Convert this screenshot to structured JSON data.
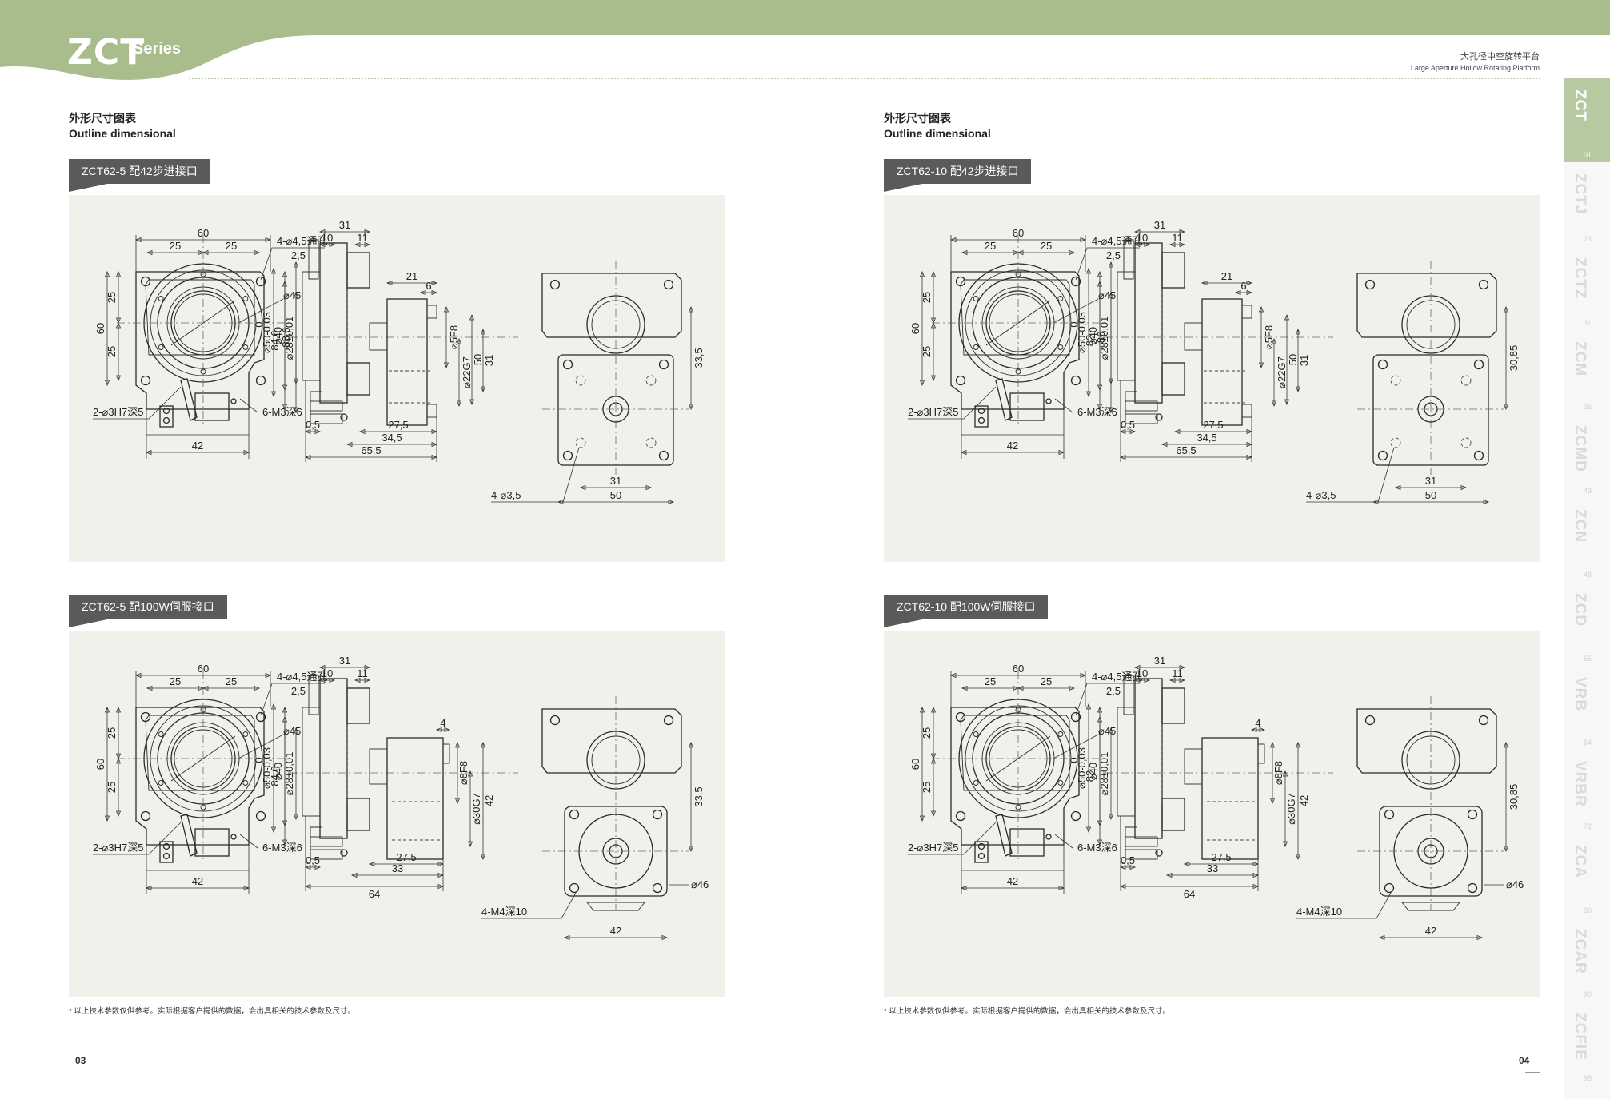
{
  "header": {
    "brand": "ZCT",
    "brand_suffix": "Series",
    "title_cn": "大孔径中空旋转平台",
    "title_en": "Large Aperture Hollow Rotating Platform",
    "band_color": "#a8bc8c"
  },
  "pages": [
    {
      "heading_cn": "外形尺寸图表",
      "heading_en": "Outline dimensional",
      "blocks": [
        {
          "tag": "ZCT62-5 配42步进接口",
          "dims": {
            "top_60": "60",
            "top_25a": "25",
            "top_25b": "25",
            "hole": "4-⌀4,5通孔",
            "d45": "⌀45",
            "left_60": "60",
            "left_25a": "25",
            "left_25b": "25",
            "pin": "2-⌀3H7深5",
            "bottom_42": "42",
            "v_84": "84,6",
            "v_88": "88,6",
            "mthread": "6-M3深6",
            "zero": "0",
            "d50": "⌀50-0,03",
            "d40": "⌀40",
            "d28": "⌀28±0,01",
            "s31": "31",
            "s10": "10",
            "s11": "11",
            "s25": "2,5",
            "s21": "21",
            "s6": "6",
            "sf": "⌀5F8",
            "sg": "⌀22G7",
            "s50": "50",
            "s31v": "31",
            "s05": "0,5",
            "s275": "27,5",
            "s345": "34,5",
            "s655": "65,5",
            "r335": "33,5",
            "r_hole": "4-⌀3,5",
            "r31": "31",
            "r50": "50"
          }
        },
        {
          "tag": "ZCT62-5 配100W伺服接口",
          "dims": {
            "top_60": "60",
            "top_25a": "25",
            "top_25b": "25",
            "hole": "4-⌀4,5通孔",
            "d45": "⌀45",
            "left_60": "60",
            "left_25a": "25",
            "left_25b": "25",
            "pin": "2-⌀3H7深5",
            "bottom_42": "42",
            "v_84": "84,6",
            "mthread": "6-M3深6",
            "zero": "0",
            "d50": "⌀50-0,03",
            "d40": "⌀40",
            "d28": "⌀28±0,01",
            "s31": "31",
            "s10": "10",
            "s11": "11",
            "s25": "2,5",
            "s4": "4",
            "sf": "⌀8F8",
            "sg": "⌀30G7",
            "s42": "42",
            "s05": "0,5",
            "s275": "27,5",
            "s33": "33",
            "s64": "64",
            "r335": "33,5",
            "r_thread": "4-M4深10",
            "r46": "⌀46",
            "r42": "42"
          }
        }
      ],
      "footnote": "* 以上技术参数仅供参考。实际根据客户提供的数据，会出具相关的技术参数及尺寸。",
      "page_number": "03"
    },
    {
      "heading_cn": "外形尺寸图表",
      "heading_en": "Outline dimensional",
      "blocks": [
        {
          "tag": "ZCT62-10 配42步进接口",
          "dims": {
            "top_60": "60",
            "top_25a": "25",
            "top_25b": "25",
            "hole": "4-⌀4,5通孔",
            "d45": "⌀45",
            "left_60": "60",
            "left_25a": "25",
            "left_25b": "25",
            "pin": "2-⌀3H7深5",
            "bottom_42": "42",
            "v_84": "82",
            "v_88": "86",
            "mthread": "6-M3深6",
            "zero": "0",
            "d50": "⌀50-0,03",
            "d40": "⌀40",
            "d28": "⌀28±0,01",
            "s31": "31",
            "s10": "10",
            "s11": "11",
            "s25": "2,5",
            "s21": "21",
            "s6": "6",
            "sf": "⌀5F8",
            "sg": "⌀22G7",
            "s50": "50",
            "s31v": "31",
            "s05": "0,5",
            "s275": "27,5",
            "s345": "34,5",
            "s655": "65,5",
            "r335": "30,85",
            "r_hole": "4-⌀3,5",
            "r31": "31",
            "r50": "50"
          }
        },
        {
          "tag": "ZCT62-10 配100W伺服接口",
          "dims": {
            "top_60": "60",
            "top_25a": "25",
            "top_25b": "25",
            "hole": "4-⌀4,5通孔",
            "d45": "⌀45",
            "left_60": "60",
            "left_25a": "25",
            "left_25b": "25",
            "pin": "2-⌀3H7深5",
            "bottom_42": "42",
            "v_84": "82",
            "mthread": "6-M3深6",
            "zero": "0",
            "d50": "⌀50-0,03",
            "d40": "⌀40",
            "d28": "⌀28±0,01",
            "s31": "31",
            "s10": "10",
            "s11": "11",
            "s25": "2,5",
            "s4": "4",
            "sf": "⌀8F8",
            "sg": "⌀30G7",
            "s42": "42",
            "s05": "0,5",
            "s275": "27,5",
            "s33": "33",
            "s64": "64",
            "r335": "30,85",
            "r_thread": "4-M4深10",
            "r46": "⌀46",
            "r42": "42"
          }
        }
      ],
      "footnote": "* 以上技术参数仅供参考。实际根据客户提供的数据，会出具相关的技术参数及尺寸。",
      "page_number": "04"
    }
  ],
  "sidebar": {
    "items": [
      {
        "label": "ZCT",
        "page": "01",
        "active": true
      },
      {
        "label": "ZCTJ",
        "page": "23"
      },
      {
        "label": "ZCTZ",
        "page": "31"
      },
      {
        "label": "ZCM",
        "page": "36"
      },
      {
        "label": "ZCMD",
        "page": "43"
      },
      {
        "label": "ZCN",
        "page": "48"
      },
      {
        "label": "ZCD",
        "page": "55"
      },
      {
        "label": "VRB",
        "page": "64"
      },
      {
        "label": "VRBR",
        "page": "72"
      },
      {
        "label": "ZCA",
        "page": "80"
      },
      {
        "label": "ZCAR",
        "page": "90"
      },
      {
        "label": "ZCFIE",
        "page": "98"
      }
    ],
    "active_color": "#b7c9a0"
  }
}
